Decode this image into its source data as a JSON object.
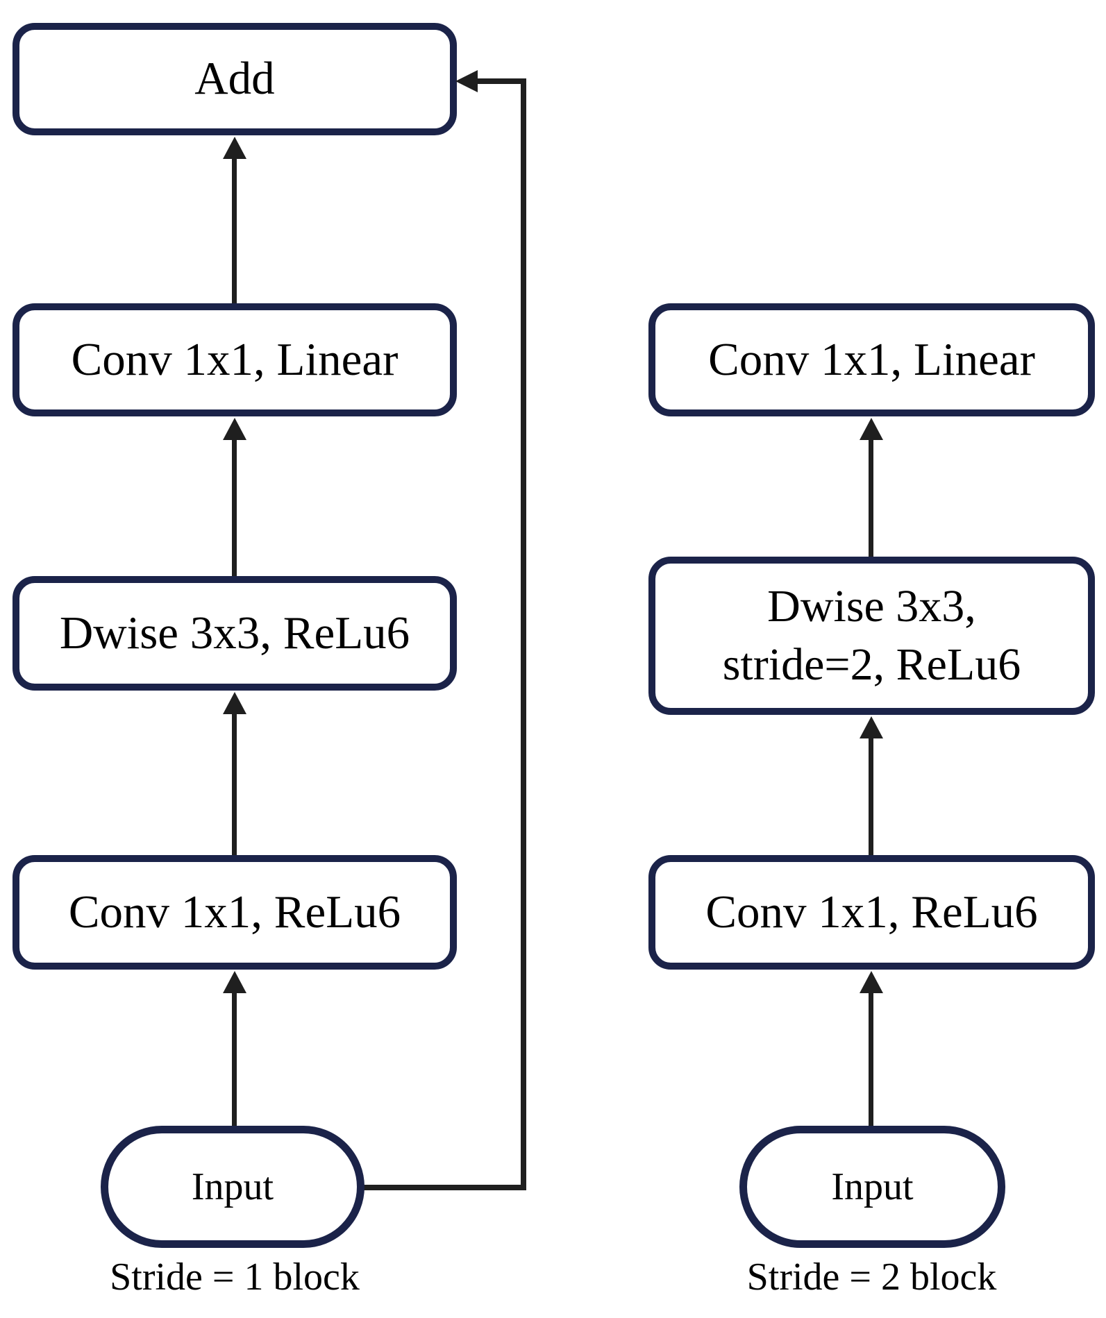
{
  "diagram": {
    "left_block": {
      "add": "Add",
      "conv_linear": "Conv 1x1, Linear",
      "dwise": "Dwise 3x3, ReLu6",
      "conv_relu": "Conv 1x1, ReLu6",
      "input": "Input",
      "caption": "Stride = 1 block"
    },
    "right_block": {
      "conv_linear": "Conv 1x1, Linear",
      "dwise_line1": "Dwise 3x3,",
      "dwise_line2": "stride=2, ReLu6",
      "conv_relu": "Conv 1x1, ReLu6",
      "input": "Input",
      "caption": "Stride = 2 block"
    },
    "colors": {
      "box_border": "#1b2349",
      "box_fill": "#ffffff",
      "connector": "#1f1f1f",
      "text": "#000000",
      "background": "#ffffff"
    }
  }
}
